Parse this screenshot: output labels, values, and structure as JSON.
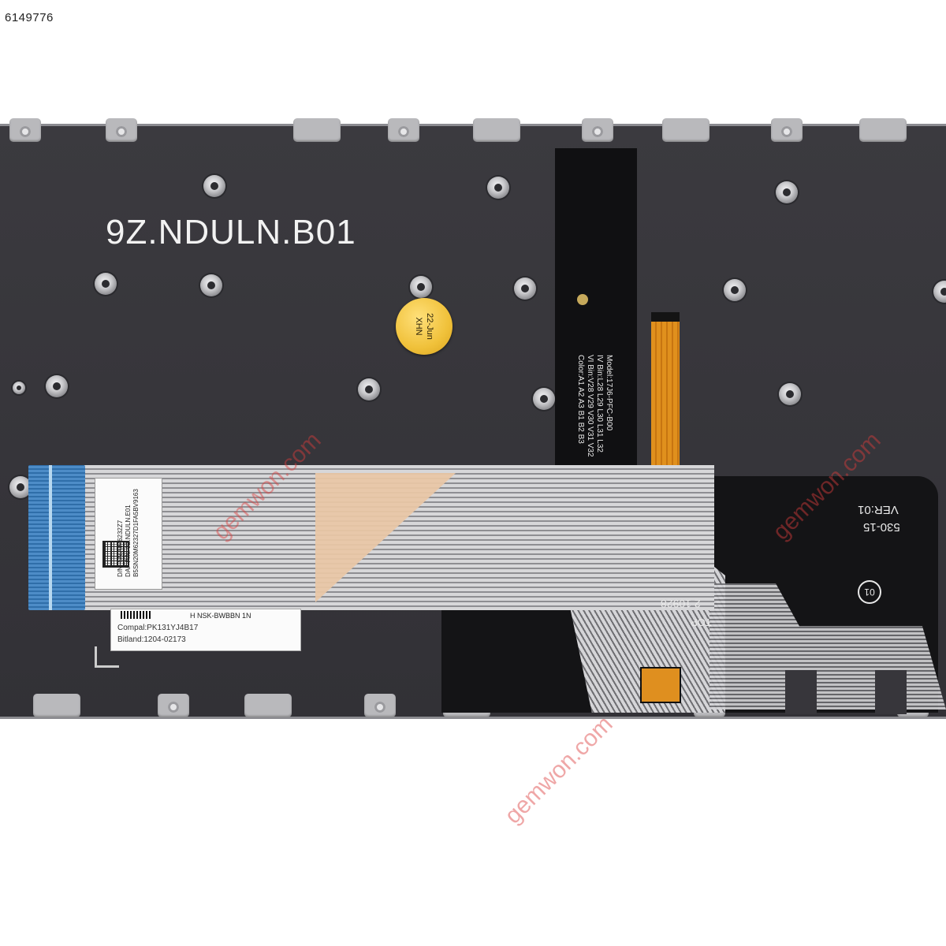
{
  "product_id": "6149776",
  "part_number": "9Z.NDULN.B01",
  "date_sticker": {
    "line1": "22-Jun",
    "line2": "XHN"
  },
  "flex_lines": [
    "Model:17J6-PFC-B00",
    "IV Bin:L28 L29 L30 L31 L32",
    "VI Bin:V28 V29 V30 V31 V32",
    "Color:A1 A2 A3 B1 B2 B3"
  ],
  "qr_label": {
    "line1": "D/N: SN20M6232Z7",
    "line2": "DAF P/N: 9Z.NDULN.E01",
    "line3": "B5SN20M62327D1FA5BV9163"
  },
  "barcode_label": {
    "top_text": "H  NSK-BWBBN   1N",
    "compal": "Compal:PK131YJ4B17",
    "bitland": "Bitland:1204-02173"
  },
  "rotated_labels": {
    "model_code": "530-15",
    "version": "VER:01",
    "serial": "2 10928",
    "top": "TOP",
    "circle": "01"
  },
  "watermark": "gemwon.com",
  "colors": {
    "plate": "#3a393e",
    "flex_black": "#101012",
    "cable_blue": "#4d8cc7",
    "kapton": "#e9c7a6",
    "sticker_gold": "#f0c13a",
    "watermark_red": "#dc3c3c"
  }
}
